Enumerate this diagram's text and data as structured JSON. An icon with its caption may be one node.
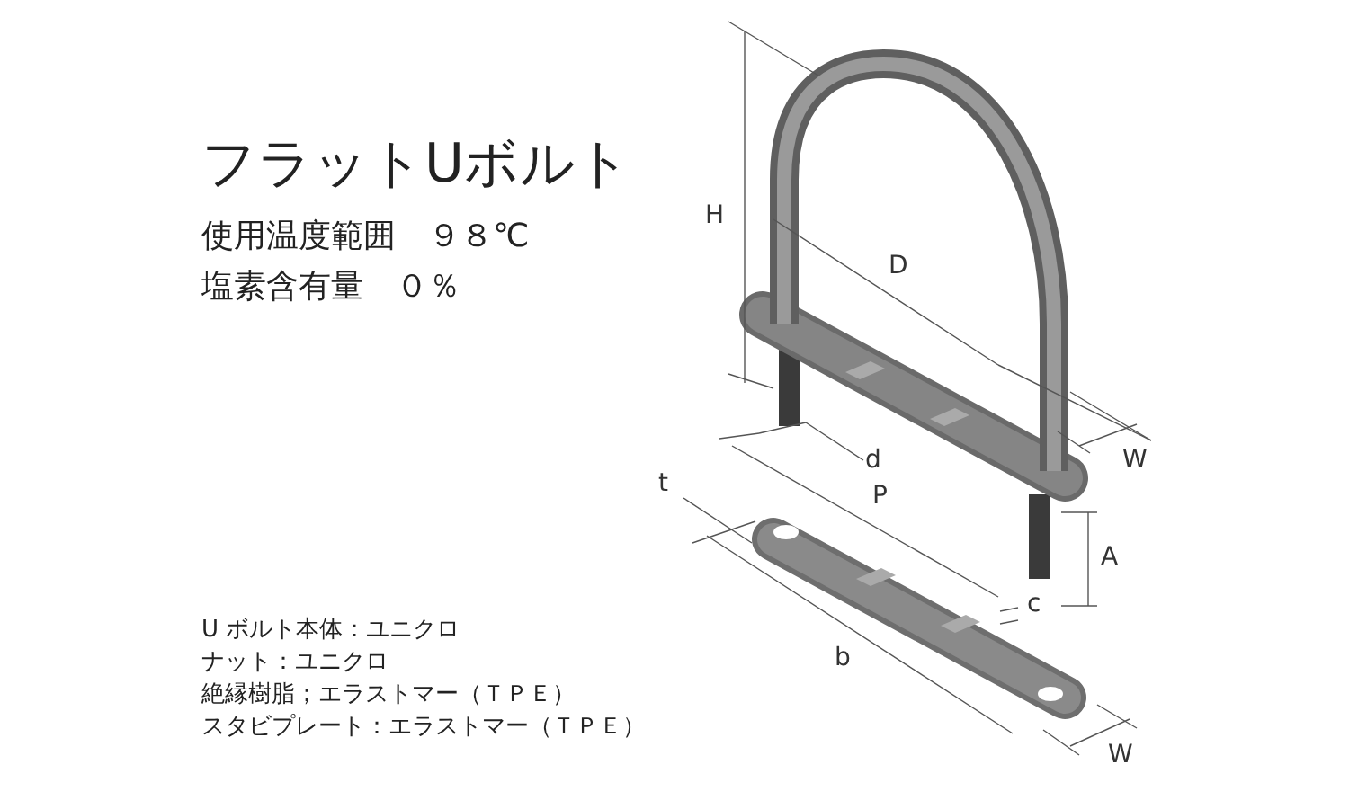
{
  "diagram": {
    "title": "フラットUボルト",
    "labels": [
      "使用温度範囲　９８℃",
      "塩素含有量　０％",
      "H",
      "D",
      "W",
      "d",
      "t",
      "P",
      "A",
      "c",
      "b",
      "U ボルト本体：ユニクロ",
      "ナット：ユニクロ",
      "絶縁樹脂；エラストマー（ＴＰＥ）",
      "スタビプレート：エラストマー（ＴＰＥ）",
      "W"
    ]
  }
}
